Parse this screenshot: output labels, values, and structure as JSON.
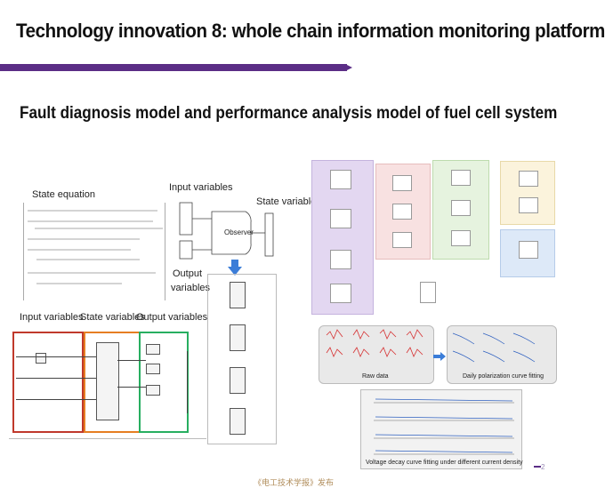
{
  "title": "Technology innovation 8: whole chain information monitoring platform",
  "subtitle": "Fault diagnosis model and performance analysis model of fuel cell system",
  "labels": {
    "state_equation": "State equation",
    "input_variables_top": "Input variables",
    "state_variables_top": "State variables",
    "observer": "Observer",
    "output_variables_1": "Output",
    "output_variables_2": "variables",
    "input_variables": "Input variables",
    "state_variables": "State variables",
    "output_variables": "Output variables",
    "raw_data": "Raw data",
    "daily_polarization": "Daily polarization curve fitting",
    "voltage_decay": "Voltage decay curve fitting  under different current density"
  },
  "footer": "《电工技术学报》发布",
  "page_number": "2",
  "colors": {
    "accent_bar": "#5b2d86",
    "input_box": "#c0392b",
    "state_box": "#e67e22",
    "output_box": "#27ae60",
    "arrow": "#3b7dd8",
    "purple_panel": "#e3d7f1",
    "pink_panel": "#f8e1e1",
    "green_panel": "#e6f3df",
    "yellow_panel": "#fbf3dc",
    "blue_panel": "#dde9f8"
  }
}
